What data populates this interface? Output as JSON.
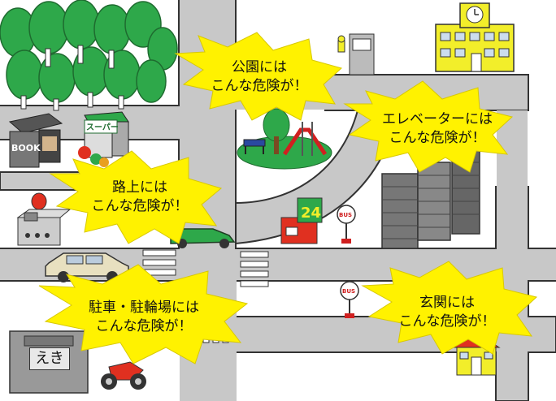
{
  "bubbles": {
    "park": {
      "line1": "公園には",
      "line2": "こんな危険が！"
    },
    "elevator": {
      "line1": "エレベーターには",
      "line2": "こんな危険が！"
    },
    "street": {
      "line1": "路上には",
      "line2": "こんな危険が！"
    },
    "parking": {
      "line1": "駐車・駐輪場には",
      "line2": "こんな危険が！"
    },
    "entrance": {
      "line1": "玄関には",
      "line2": "こんな危険が！"
    }
  },
  "signs": {
    "book": "BOOK",
    "supermarket": "スーパー",
    "convenience_store": "24",
    "bus_stop_1": "BUS",
    "bus_stop_2": "BUS",
    "station": "えき"
  },
  "colors": {
    "road": "#c8c8c8",
    "road_edge": "#333333",
    "bubble_fill": "#fff200",
    "tree": "#2ea84a",
    "school": "#f2ee2a"
  }
}
